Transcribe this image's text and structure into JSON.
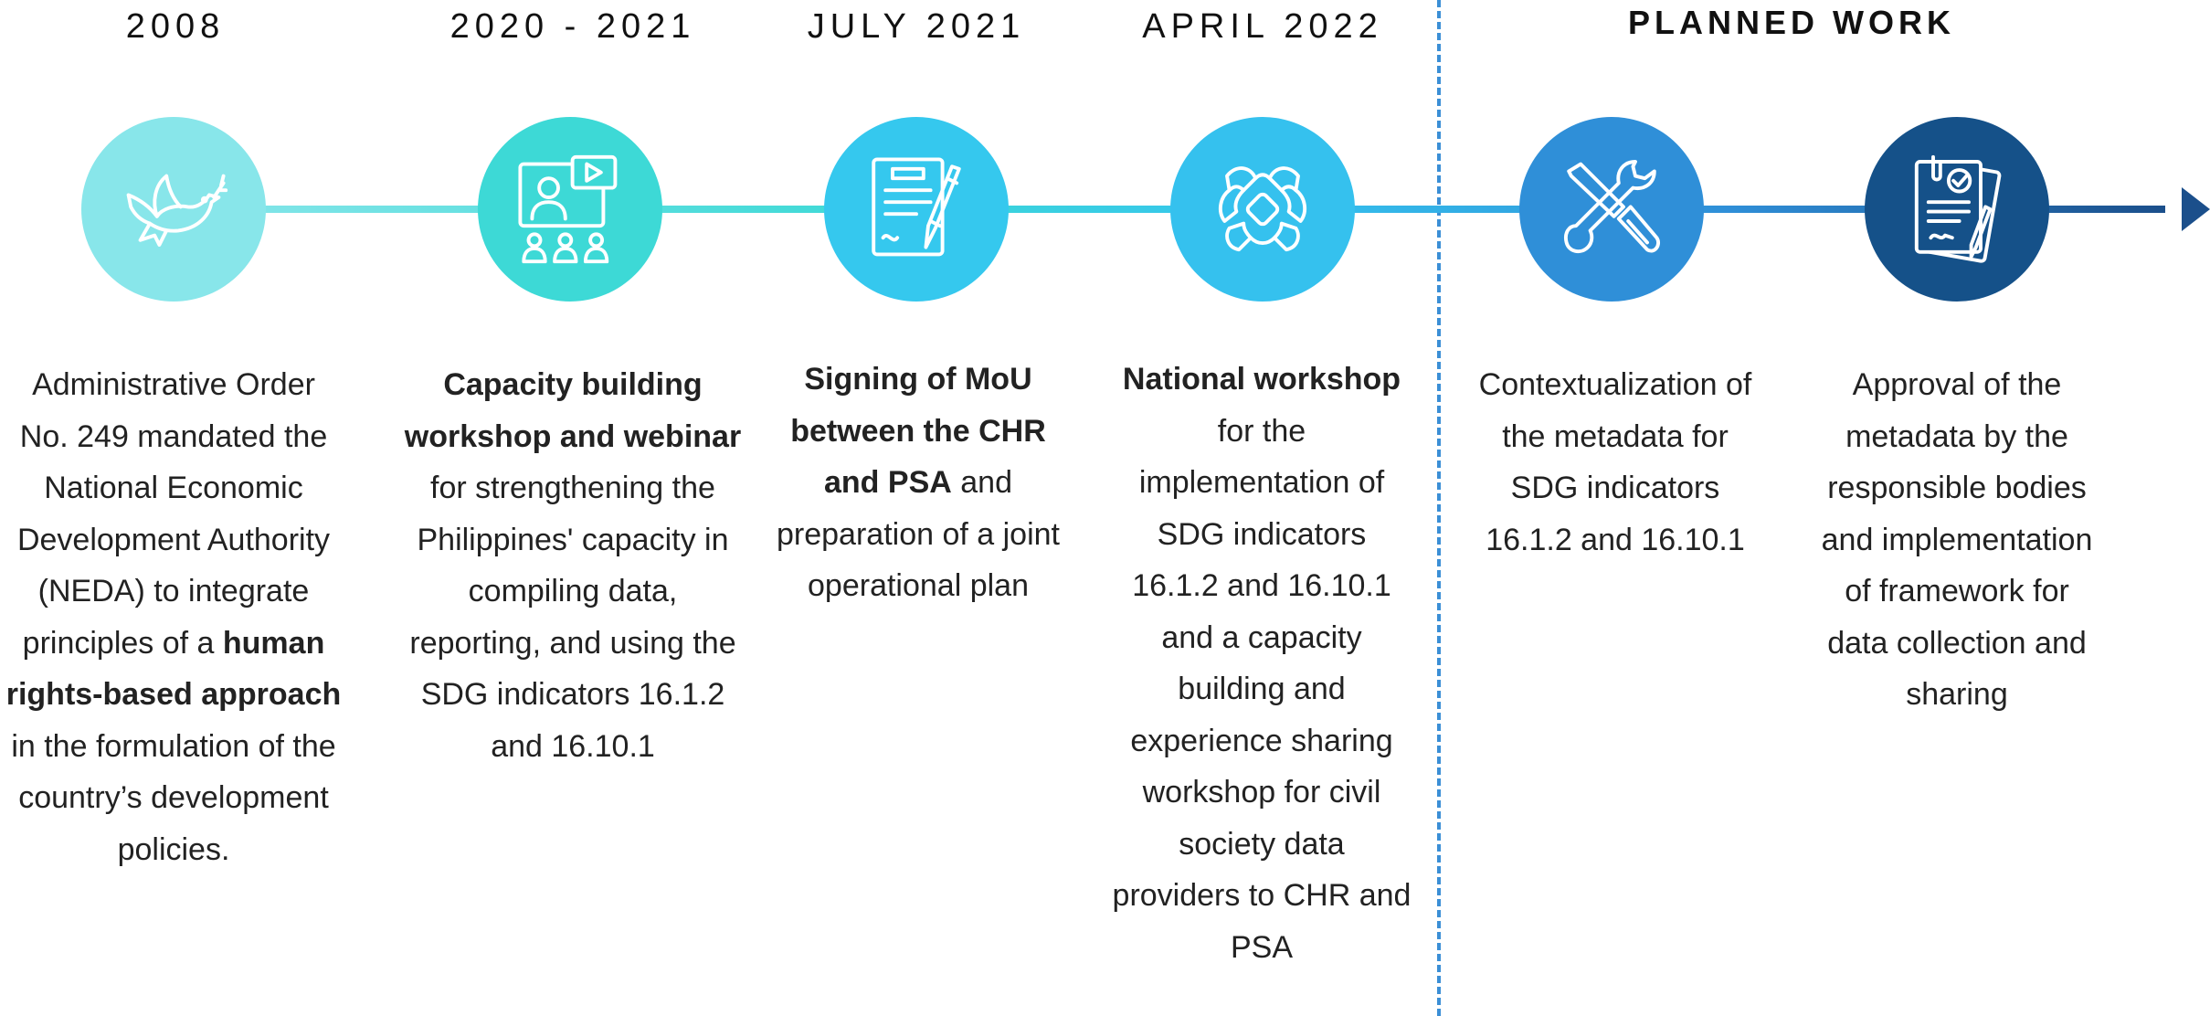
{
  "colors": {
    "c1": "#88e6ea",
    "c2": "#3dd9d6",
    "c3": "#35c8ee",
    "c4": "#35c1ee",
    "c5": "#2f8fd8",
    "c6": "#155189",
    "arrow": "#1b4f8b",
    "divider": "#3b8fd6"
  },
  "milestones": [
    {
      "date": "2008",
      "icon": "dove-icon",
      "text_parts": [
        {
          "t": "Administrative Order No. 249 mandated the National Economic Development Authority (NEDA) to integrate principles of a ",
          "b": false
        },
        {
          "t": "human rights-based approach",
          "b": true
        },
        {
          "t": " in the formulation of the country’s development policies.",
          "b": false
        }
      ]
    },
    {
      "date": "2020 - 2021",
      "icon": "webinar-icon",
      "text_parts": [
        {
          "t": "Capacity building workshop and webinar",
          "b": true
        },
        {
          "t": " for strengthening the Philippines' capacity in compiling data, reporting, and using the SDG indicators 16.1.2 and 16.10.1",
          "b": false
        }
      ]
    },
    {
      "date": "JULY 2021",
      "icon": "signed-document-icon",
      "text_parts": [
        {
          "t": "Signing of MoU between the CHR and PSA",
          "b": true
        },
        {
          "t": " and preparation of a joint operational plan",
          "b": false
        }
      ]
    },
    {
      "date": "APRIL 2022",
      "icon": "partnership-hands-icon",
      "text_parts": [
        {
          "t": "National workshop",
          "b": true
        },
        {
          "t": " for the implementation of SDG indicators 16.1.2 and 16.10.1 and a capacity building and experience sharing workshop for civil society data providers to CHR and PSA",
          "b": false
        }
      ]
    },
    {
      "date": "",
      "icon": "tools-icon",
      "text_parts": [
        {
          "t": "Contextualization of the metadata for SDG indicators 16.1.2 and 16.10.1",
          "b": false
        }
      ]
    },
    {
      "date": "",
      "icon": "approval-document-icon",
      "text_parts": [
        {
          "t": "Approval of the metadata by the responsible bodies and implementation of framework for data collection and sharing",
          "b": false
        }
      ]
    }
  ],
  "planned_label": "PLANNED WORK"
}
